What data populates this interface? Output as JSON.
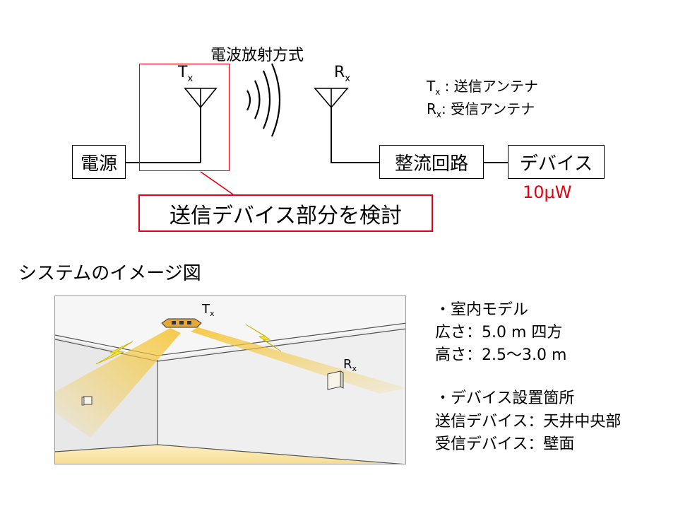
{
  "diagram": {
    "method_title": "電波放射方式",
    "tx_main": "T",
    "tx_sub": "x",
    "rx_main": "R",
    "rx_sub": "x",
    "legend_tx": " : 送信アンテナ",
    "legend_rx": ":  受信アンテナ",
    "power_supply": "電源",
    "rectifier": "整流回路",
    "device": "デバイス",
    "power_value": "10μW",
    "study_label": "送信デバイス部分を検討"
  },
  "image_section": {
    "title": "システムのイメージ図",
    "tx_main": "T",
    "tx_sub": "x",
    "rx_main": "R",
    "rx_sub": "x"
  },
  "notes": {
    "model_heading": "・室内モデル",
    "width_line": "広さ：5.0 m 四方",
    "height_line": "高さ：2.5～3.0 m",
    "placement_heading": "・デバイス設置箇所",
    "tx_location": "送信デバイス：天井中央部",
    "rx_location": "受信デバイス：壁面"
  },
  "colors": {
    "highlight_red": "#e60012",
    "beam_yellow": "#f5c842",
    "floor": "#fbe9b4"
  }
}
